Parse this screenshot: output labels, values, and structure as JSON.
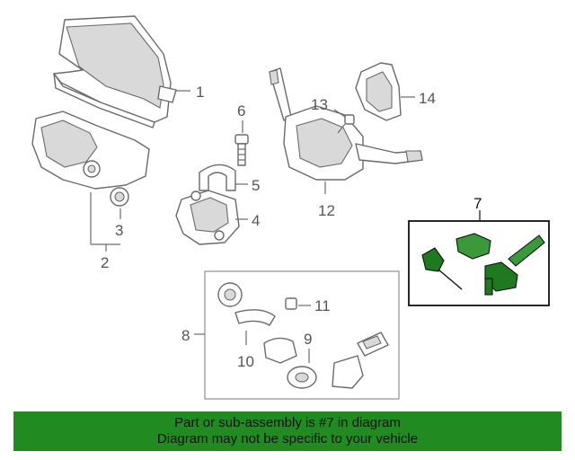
{
  "callouts": {
    "c1": "1",
    "c2": "2",
    "c3": "3",
    "c4": "4",
    "c5": "5",
    "c6": "6",
    "c7": "7",
    "c8": "8",
    "c9": "9",
    "c10": "10",
    "c11": "11",
    "c12": "12",
    "c13": "13",
    "c14": "14"
  },
  "highlight": {
    "part_number": "7",
    "color": "#1f7a1f"
  },
  "banner": {
    "line1": "Part or sub-assembly is #7 in diagram",
    "line2": "Diagram may not be specific to your vehicle",
    "background": "#218a21"
  }
}
